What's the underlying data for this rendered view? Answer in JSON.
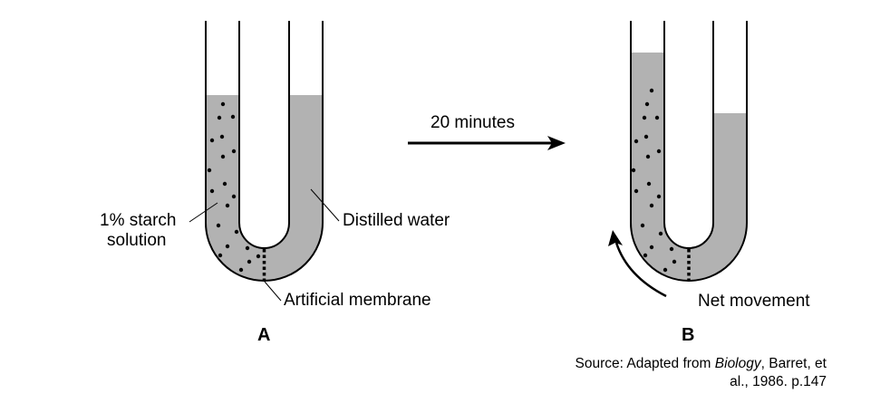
{
  "diagram": {
    "panels": [
      {
        "id": "A",
        "label": "A",
        "left_level_description": "equal",
        "right_level_description": "equal"
      },
      {
        "id": "B",
        "label": "B",
        "left_level_description": "higher",
        "right_level_description": "lower"
      }
    ],
    "labels": {
      "starch_line1": "1% starch",
      "starch_line2": "solution",
      "distilled_water": "Distilled water",
      "membrane": "Artificial membrane",
      "time_arrow": "20 minutes",
      "net_movement": "Net movement"
    },
    "source": {
      "prefix": "Source: Adapted from ",
      "title": "Biology",
      "suffix": ", Barret, et",
      "line2": "al., 1986. p.147"
    },
    "colors": {
      "liquid": "#b2b2b2",
      "outline": "#000000"
    }
  }
}
